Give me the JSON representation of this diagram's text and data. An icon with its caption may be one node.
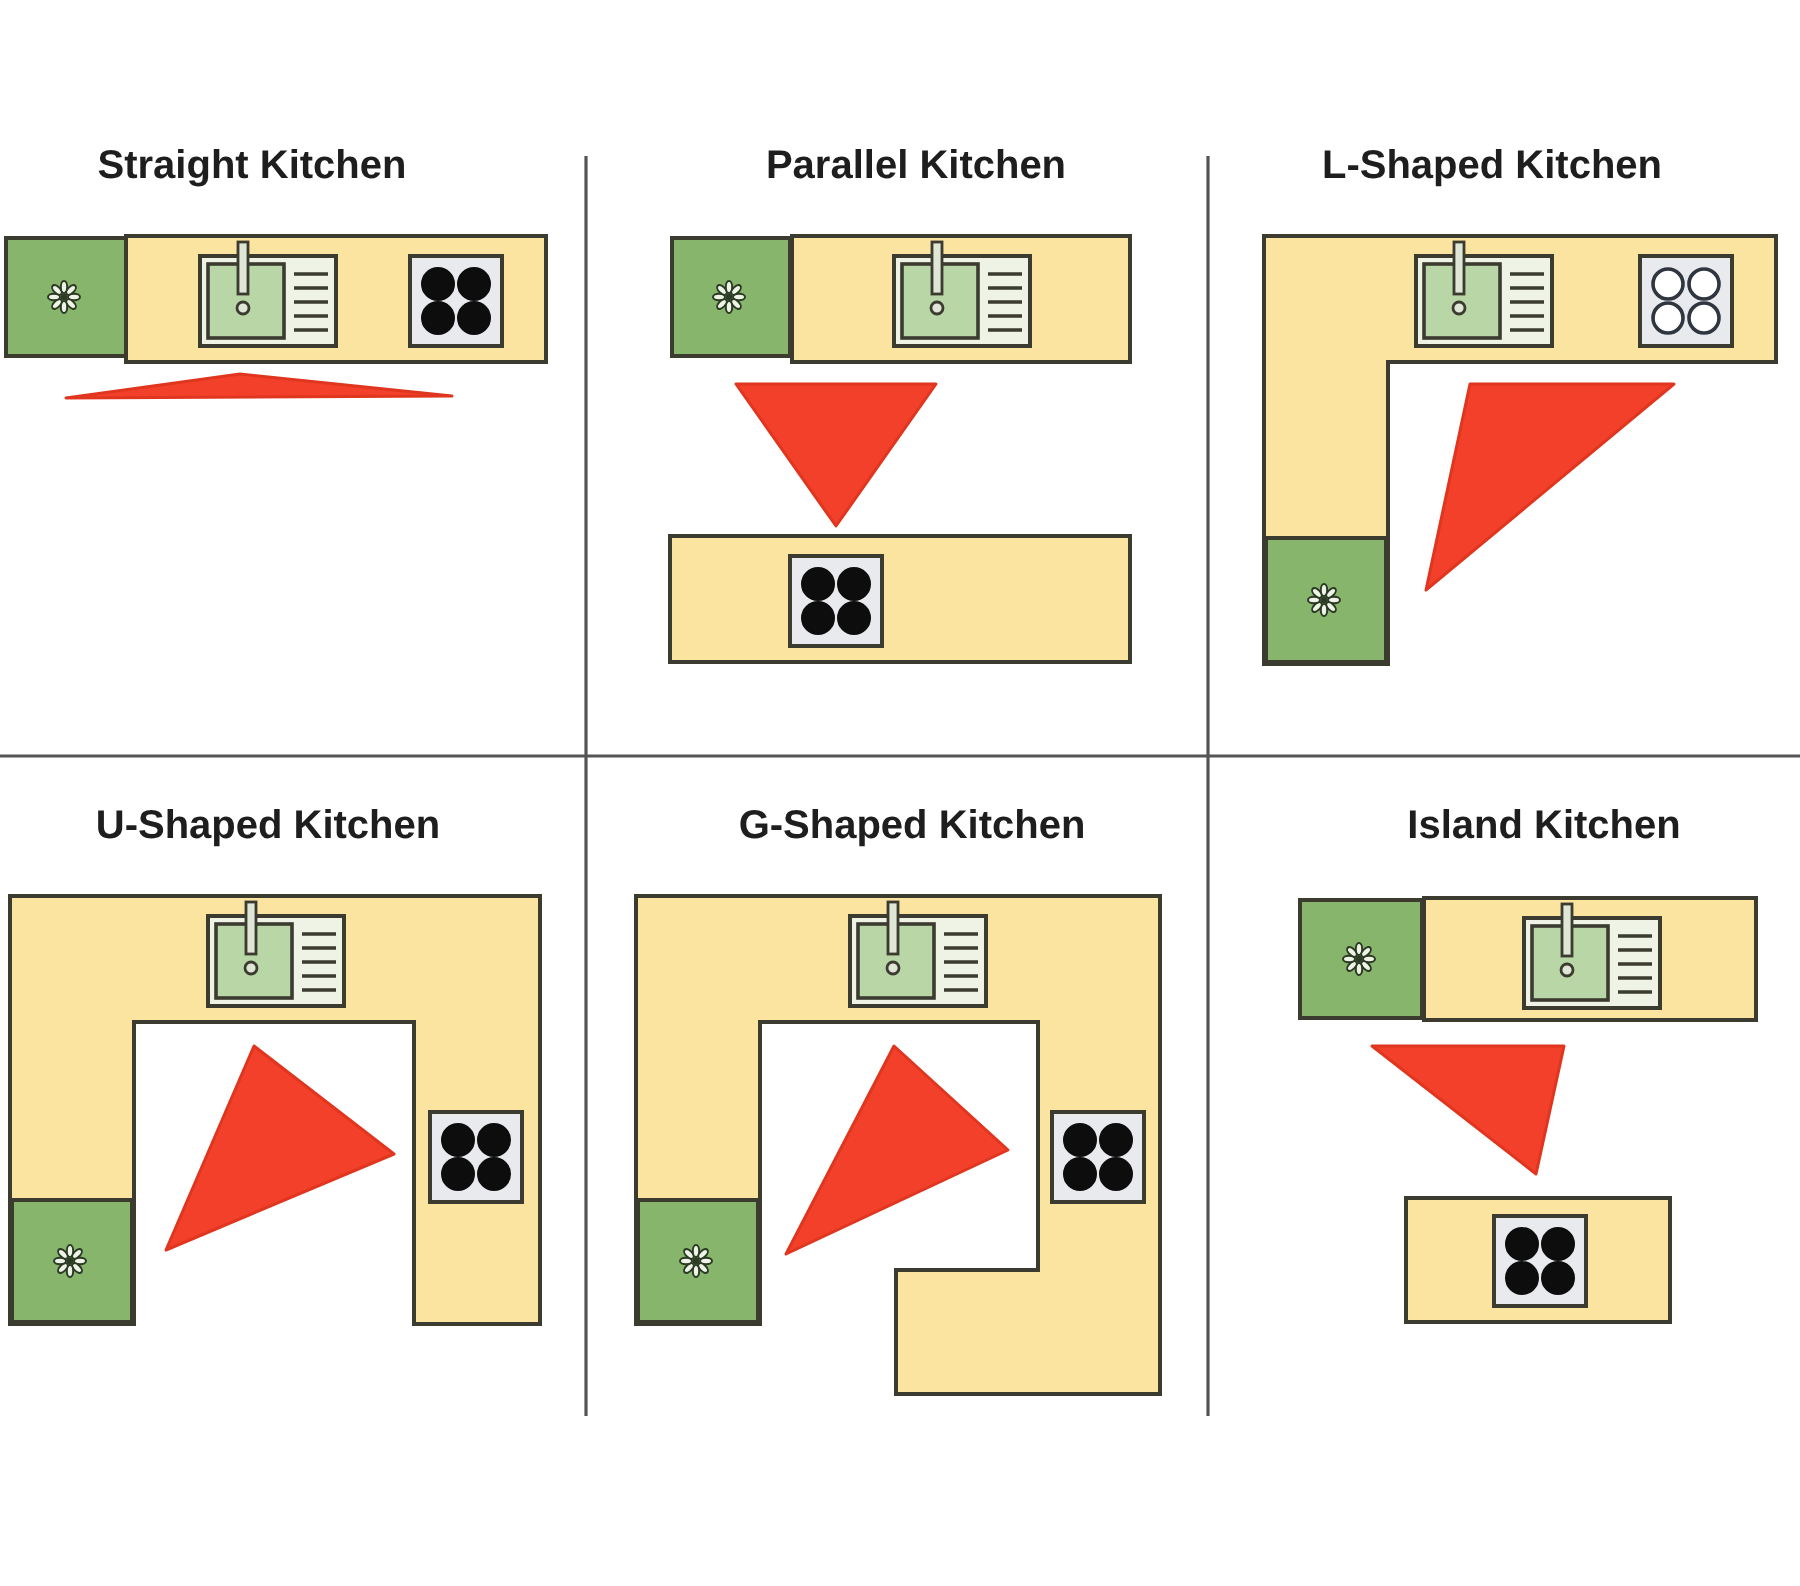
{
  "diagram": {
    "labels": [
      "Straight Kitchen",
      "Parallel Kitchen",
      "L-Shaped Kitchen",
      "U-Shaped Kitchen",
      "G-Shaped Kitchen",
      "Island Kitchen"
    ]
  }
}
